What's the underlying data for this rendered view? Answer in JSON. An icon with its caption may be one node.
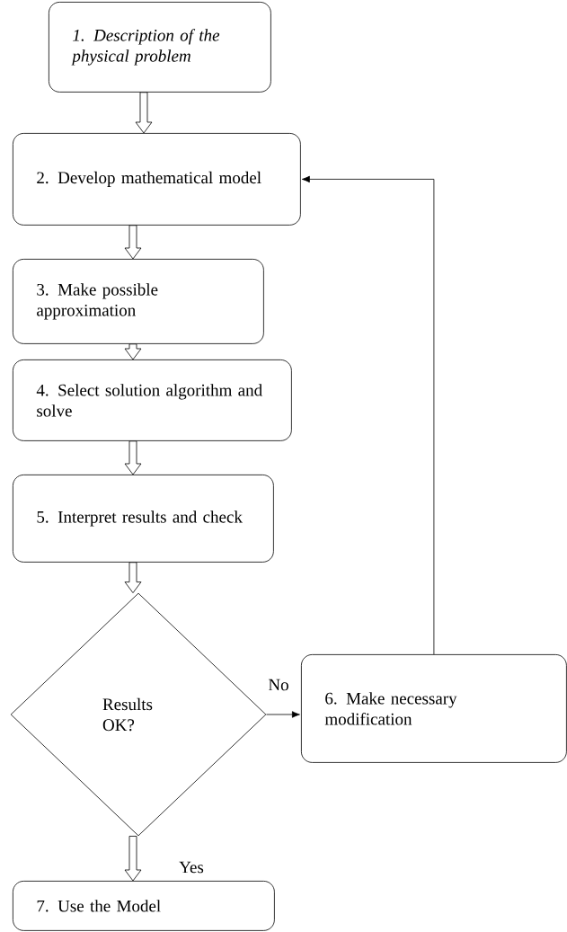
{
  "diagram": {
    "nodes": [
      {
        "text": [
          "1. Description of the physical problem"
        ]
      },
      {
        "text": [
          "2. Develop mathematical model"
        ]
      },
      {
        "text": [
          "3. Make possible approximation"
        ]
      },
      {
        "text": [
          "4. Select solution algorithm and solve"
        ]
      },
      {
        "text": [
          "5. Interpret results and check"
        ]
      },
      {
        "text": [
          "Results OK?"
        ]
      },
      {
        "text": [
          "6. Make necessary modification"
        ]
      },
      {
        "text": [
          "7. Use the Model"
        ]
      }
    ],
    "edges": [
      {
        "from": 0,
        "to": 1,
        "arrow": "to"
      },
      {
        "from": 1,
        "to": 2,
        "arrow": "to"
      },
      {
        "from": 2,
        "to": 3,
        "arrow": "to"
      },
      {
        "from": 3,
        "to": 4,
        "arrow": "to"
      },
      {
        "from": 4,
        "to": 5,
        "arrow": "to"
      },
      {
        "from": 5,
        "to": 6,
        "arrow": "to",
        "label": "No"
      },
      {
        "from": 6,
        "to": 1,
        "arrow": "to"
      },
      {
        "from": 5,
        "to": 7,
        "arrow": "to",
        "label": "Yes"
      }
    ]
  }
}
